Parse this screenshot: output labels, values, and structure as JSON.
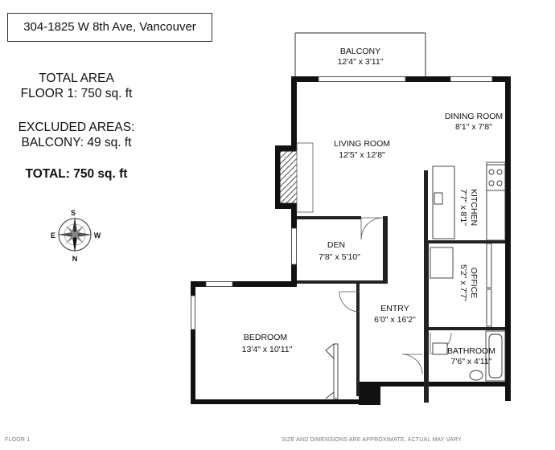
{
  "address": "304-1825 W 8th Ave, Vancouver",
  "areas": {
    "total_heading": "TOTAL AREA",
    "floor1": "FLOOR 1: 750 sq. ft",
    "excluded_heading": "EXCLUDED AREAS:",
    "balcony": "BALCONY: 49 sq. ft",
    "total": "TOTAL: 750 sq. ft"
  },
  "compass": {
    "n": "N",
    "s": "S",
    "e": "E",
    "w": "W"
  },
  "rooms": {
    "balcony": {
      "name": "BALCONY",
      "dims": "12'4\" x 3'11\""
    },
    "dining": {
      "name": "DINING ROOM",
      "dims": "8'1\" x 7'8\""
    },
    "living": {
      "name": "LIVING ROOM",
      "dims": "12'5\" x 12'8\""
    },
    "kitchen": {
      "name": "KITCHEN",
      "dims": "7'7\" x 8'1\""
    },
    "den": {
      "name": "DEN",
      "dims": "7'8\" x 5'10\""
    },
    "office": {
      "name": "OFFICE",
      "dims": "5'2\" x 7'7\""
    },
    "entry": {
      "name": "ENTRY",
      "dims": "6'0\" x 16'2\""
    },
    "bedroom": {
      "name": "BEDROOM",
      "dims": "13'4\" x 10'11\""
    },
    "bathroom": {
      "name": "BATHROOM",
      "dims": "7'6\" x 4'11\""
    }
  },
  "footer": {
    "floor": "FLOOR 1",
    "note": "SIZE AND DIMENSIONS ARE APPROXIMATE, ACTUAL MAY VARY."
  }
}
